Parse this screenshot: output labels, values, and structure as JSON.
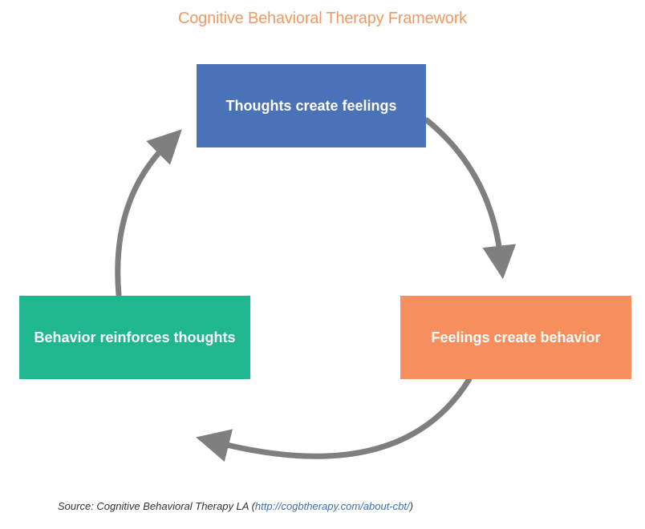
{
  "title": "Cognitive Behavioral Therapy Framework",
  "nodes": [
    {
      "id": "thoughts",
      "label": "Thoughts create feelings",
      "color": "#4a72b8"
    },
    {
      "id": "feelings",
      "label": "Feelings create behavior",
      "color": "#f68f5d"
    },
    {
      "id": "behavior",
      "label": "Behavior reinforces thoughts",
      "color": "#20b690"
    }
  ],
  "source": {
    "prefix": "Source: Cognitive Behavioral Therapy LA (",
    "link": "http://cogbtherapy.com/about-cbt/",
    "suffix": ")"
  },
  "colors": {
    "title": "#f09a62",
    "arrow": "#7f7f7f",
    "link": "#3b6fb6"
  }
}
